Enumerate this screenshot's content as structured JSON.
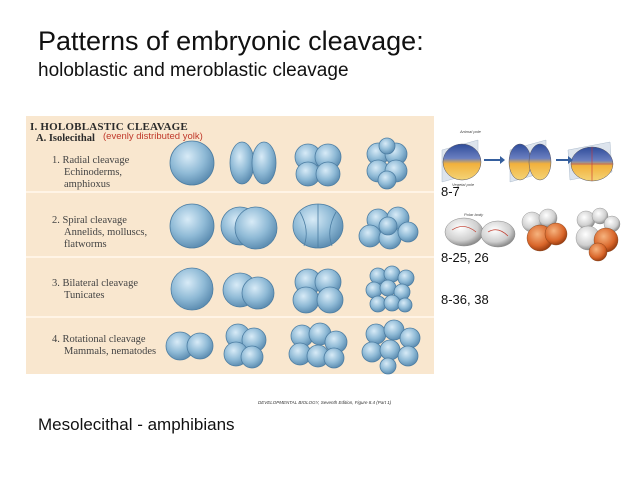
{
  "slide": {
    "title": "Patterns of embryonic cleavage:",
    "subtitle": "holoblastic and meroblastic cleavage",
    "bottom_text": "Mesolecithal - amphibians"
  },
  "figure": {
    "heading": "I. HOLOBLASTIC CLEAVAGE",
    "subheading": "A. Isolecithal",
    "note": "(evenly distributed yolk)",
    "rows": [
      {
        "label1": "1. Radial cleavage",
        "label2": "Echinoderms,",
        "label3": "amphioxus"
      },
      {
        "label1": "2. Spiral cleavage",
        "label2": "Annelids, molluscs,",
        "label3": "flatworms"
      },
      {
        "label1": "3. Bilateral cleavage",
        "label2": "Tunicates",
        "label3": ""
      },
      {
        "label1": "4. Rotational cleavage",
        "label2": "Mammals, nematodes",
        "label3": ""
      }
    ],
    "caption": "DEVELOPMENTAL BIOLOGY, Seventh Edition, Figure 8.4 (Part 1)"
  },
  "side_figures": {
    "top_labels": [
      "Animal pole",
      "Vegetal pole"
    ],
    "polar_body_label": "Polar body"
  },
  "references": [
    "8-7",
    "8-25, 26",
    "8-36, 38"
  ],
  "colors": {
    "panel": "#f9e7cf",
    "cell": "#8fbad6",
    "orange": "#d9662a",
    "note": "#c0392b"
  }
}
